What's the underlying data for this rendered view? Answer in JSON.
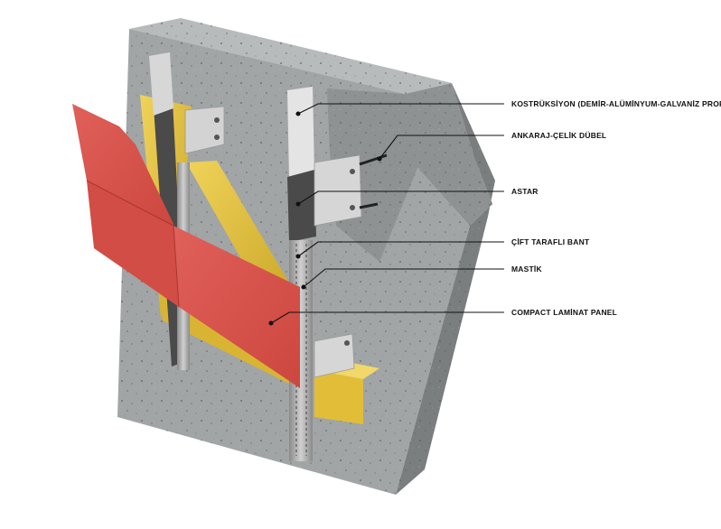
{
  "diagram": {
    "labels": [
      {
        "id": "construction",
        "text": "KOSTRÜKSİYON (DEMİR-ALÜMİNYUM-GALVANİZ PROFİL)"
      },
      {
        "id": "anchor",
        "text": "ANKARAJ-ÇELİK DÜBEL"
      },
      {
        "id": "primer",
        "text": "ASTAR"
      },
      {
        "id": "double-tape",
        "text": "ÇİFT TARAFLI BANT"
      },
      {
        "id": "mastic",
        "text": "MASTİK"
      },
      {
        "id": "panel",
        "text": "COMPACT LAMİNAT PANEL"
      }
    ]
  },
  "colors": {
    "concrete_front": "#9ea2a3",
    "concrete_top": "#b9bcbc",
    "concrete_side": "#7c8081",
    "panel_red": "#d9534a",
    "insulation_yellow": "#e7c43a",
    "profile_steel": "#d8d8d8",
    "profile_primer": "#4a4a4a",
    "leader_line": "#111111"
  }
}
